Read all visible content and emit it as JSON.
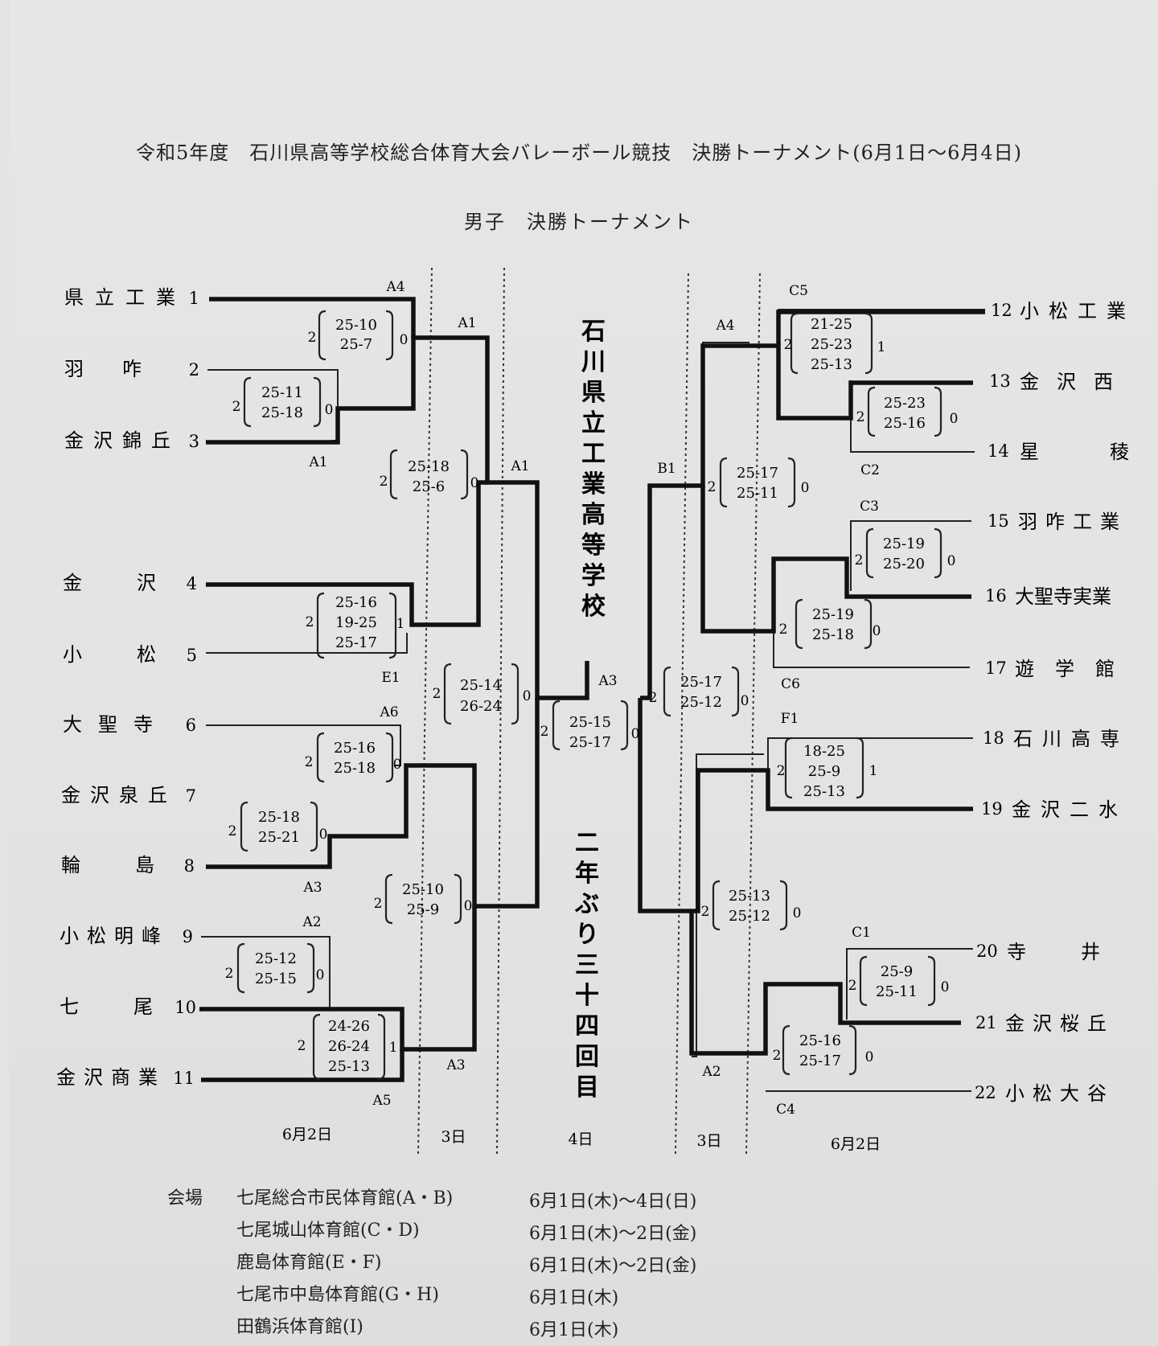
{
  "title": "令和5年度　石川県高等学校総合体育大会バレーボール競技　決勝トーナメント(6月1日～6月4日)",
  "subtitle": "男子　決勝トーナメント",
  "champion": "石川県立工業高等学校",
  "streak_note": "二年ぶり三十四回目",
  "left_teams": [
    {
      "num": "1",
      "name": "県立工業"
    },
    {
      "num": "2",
      "name": "羽　咋"
    },
    {
      "num": "3",
      "name": "金沢錦丘"
    },
    {
      "num": "4",
      "name": "金　沢"
    },
    {
      "num": "5",
      "name": "小　松"
    },
    {
      "num": "6",
      "name": "大聖寺"
    },
    {
      "num": "7",
      "name": "金沢泉丘"
    },
    {
      "num": "8",
      "name": "輪　島"
    },
    {
      "num": "9",
      "name": "小松明峰"
    },
    {
      "num": "10",
      "name": "七　尾"
    },
    {
      "num": "11",
      "name": "金沢商業"
    }
  ],
  "right_teams": [
    {
      "num": "12",
      "name": "小松工業"
    },
    {
      "num": "13",
      "name": "金沢西"
    },
    {
      "num": "14",
      "name": "星　稜"
    },
    {
      "num": "15",
      "name": "羽咋工業"
    },
    {
      "num": "16",
      "name": "大聖寺実業"
    },
    {
      "num": "17",
      "name": "遊学館"
    },
    {
      "num": "18",
      "name": "石川高専"
    },
    {
      "num": "19",
      "name": "金沢二水"
    },
    {
      "num": "20",
      "name": "寺　井"
    },
    {
      "num": "21",
      "name": "金沢桜丘"
    },
    {
      "num": "22",
      "name": "小松大谷"
    }
  ],
  "matches": [
    {
      "court": "A1",
      "sets": [
        "25-11",
        "25-18"
      ],
      "left_sets": "2",
      "right_sets": "0"
    },
    {
      "court": "A4",
      "sets": [
        "25-10",
        "25-7"
      ],
      "left_sets": "2",
      "right_sets": "0"
    },
    {
      "court": "E1",
      "sets": [
        "25-16",
        "19-25",
        "25-17"
      ],
      "left_sets": "2",
      "right_sets": "1"
    },
    {
      "court": "A1",
      "sets": [
        "25-18",
        "25-6"
      ],
      "left_sets": "2",
      "right_sets": "0"
    },
    {
      "court": "A3",
      "sets": [
        "25-18",
        "25-21"
      ],
      "left_sets": "2",
      "right_sets": "0"
    },
    {
      "court": "A6",
      "sets": [
        "25-16",
        "25-18"
      ],
      "left_sets": "2",
      "right_sets": "0"
    },
    {
      "court": "A2",
      "sets": [
        "25-12",
        "25-15"
      ],
      "left_sets": "2",
      "right_sets": "0"
    },
    {
      "court": "A5",
      "sets": [
        "24-26",
        "26-24",
        "25-13"
      ],
      "left_sets": "2",
      "right_sets": "1"
    },
    {
      "court": "A3",
      "sets": [
        "25-10",
        "25-9"
      ],
      "left_sets": "2",
      "right_sets": "0"
    },
    {
      "court": "A1",
      "sets": [
        "25-14",
        "26-24"
      ],
      "left_sets": "2",
      "right_sets": "0"
    },
    {
      "court": "A3",
      "sets": [
        "25-15",
        "25-17"
      ],
      "left_sets": "2",
      "right_sets": "0"
    },
    {
      "court": "C5",
      "sets": [
        "21-25",
        "25-23",
        "25-13"
      ],
      "left_sets": "2",
      "right_sets": "1"
    },
    {
      "court": "C2",
      "sets": [
        "25-23",
        "25-16"
      ],
      "left_sets": "2",
      "right_sets": "0"
    },
    {
      "court": "A4",
      "sets": [
        "25-17",
        "25-11"
      ],
      "left_sets": "2",
      "right_sets": "0"
    },
    {
      "court": "C3",
      "sets": [
        "25-19",
        "25-20"
      ],
      "left_sets": "2",
      "right_sets": "0"
    },
    {
      "court": "C6",
      "sets": [
        "25-19",
        "25-18"
      ],
      "left_sets": "2",
      "right_sets": "0"
    },
    {
      "court": "B1",
      "sets": [
        "25-17",
        "25-12"
      ],
      "left_sets": "2",
      "right_sets": "0"
    },
    {
      "court": "F1",
      "sets": [
        "18-25",
        "25-9",
        "25-13"
      ],
      "left_sets": "2",
      "right_sets": "1"
    },
    {
      "court": "C1",
      "sets": [
        "25-9",
        "25-11"
      ],
      "left_sets": "2",
      "right_sets": "0"
    },
    {
      "court": "C4",
      "sets": [
        "25-16",
        "25-17"
      ],
      "left_sets": "2",
      "right_sets": "0"
    },
    {
      "court": "A2",
      "sets": [
        "25-13",
        "25-12"
      ],
      "left_sets": "2",
      "right_sets": "0"
    }
  ],
  "days": [
    "6月2日",
    "3日",
    "4日",
    "3日",
    "6月2日"
  ],
  "venues_label": "会場",
  "venues": [
    {
      "name": "七尾総合市民体育館(A・B)",
      "dates": "6月1日(木)～4日(日)"
    },
    {
      "name": "七尾城山体育館(C・D)",
      "dates": "6月1日(木)～2日(金)"
    },
    {
      "name": "鹿島体育館(E・F)",
      "dates": "6月1日(木)～2日(金)"
    },
    {
      "name": "七尾市中島体育館(G・H)",
      "dates": "6月1日(木)"
    },
    {
      "name": "田鶴浜体育館(I)",
      "dates": "6月1日(木)"
    }
  ]
}
